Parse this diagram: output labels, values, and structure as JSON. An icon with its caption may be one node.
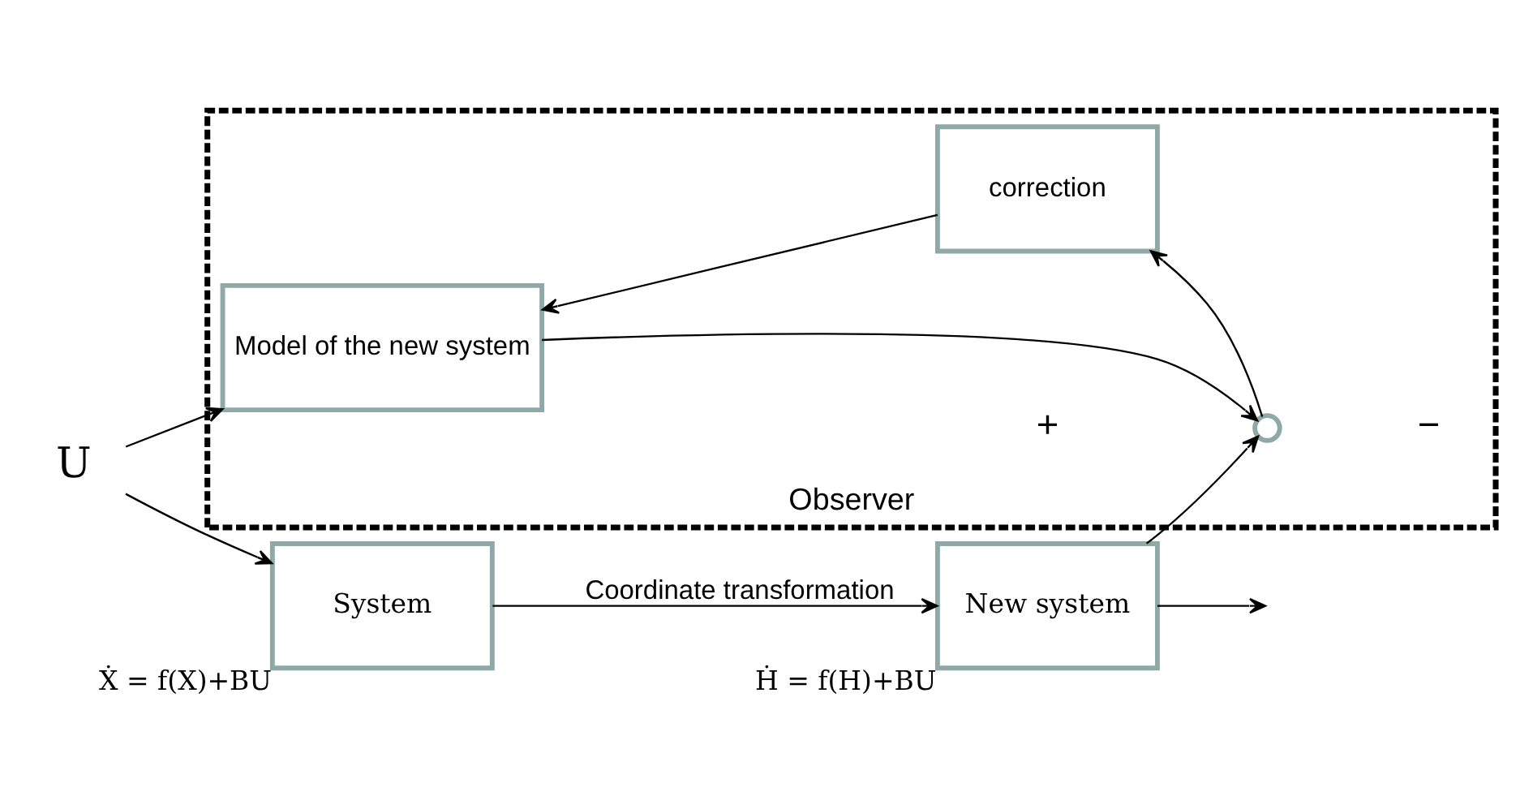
{
  "diagram": {
    "nodes": [
      {
        "text": [
          "U"
        ]
      },
      {
        "text": [
          "System"
        ],
        "beside": [
          "Ẋ = f(X)+BU"
        ]
      },
      {
        "text": [
          "New system"
        ],
        "beside": [
          "Ḣ = f(H)+BU"
        ]
      },
      {
        "text": [
          "Observer"
        ]
      },
      {
        "text": [
          "Model of the new system"
        ],
        "in": 3
      },
      {
        "text": [],
        "shape": "circle",
        "in": 3
      },
      {
        "text": [
          "correction"
        ],
        "in": 3
      }
    ],
    "edges": [
      {
        "from": 0,
        "to": 1,
        "arrow": "to"
      },
      {
        "from": 1,
        "to": 2,
        "arrow": "to",
        "label": "Coordinate transformation"
      },
      {
        "from": 2,
        "to": null,
        "arrow": "to"
      },
      {
        "from": 2,
        "to": 5,
        "arrow": "to"
      },
      {
        "from": 0,
        "to": 4,
        "arrow": "to"
      },
      {
        "from": 4,
        "to": 5,
        "arrow": "to"
      },
      {
        "from": 5,
        "to": 6,
        "arrow": "to"
      },
      {
        "from": 6,
        "to": 4,
        "arrow": "to"
      }
    ],
    "labels": [
      "+",
      "−"
    ]
  }
}
